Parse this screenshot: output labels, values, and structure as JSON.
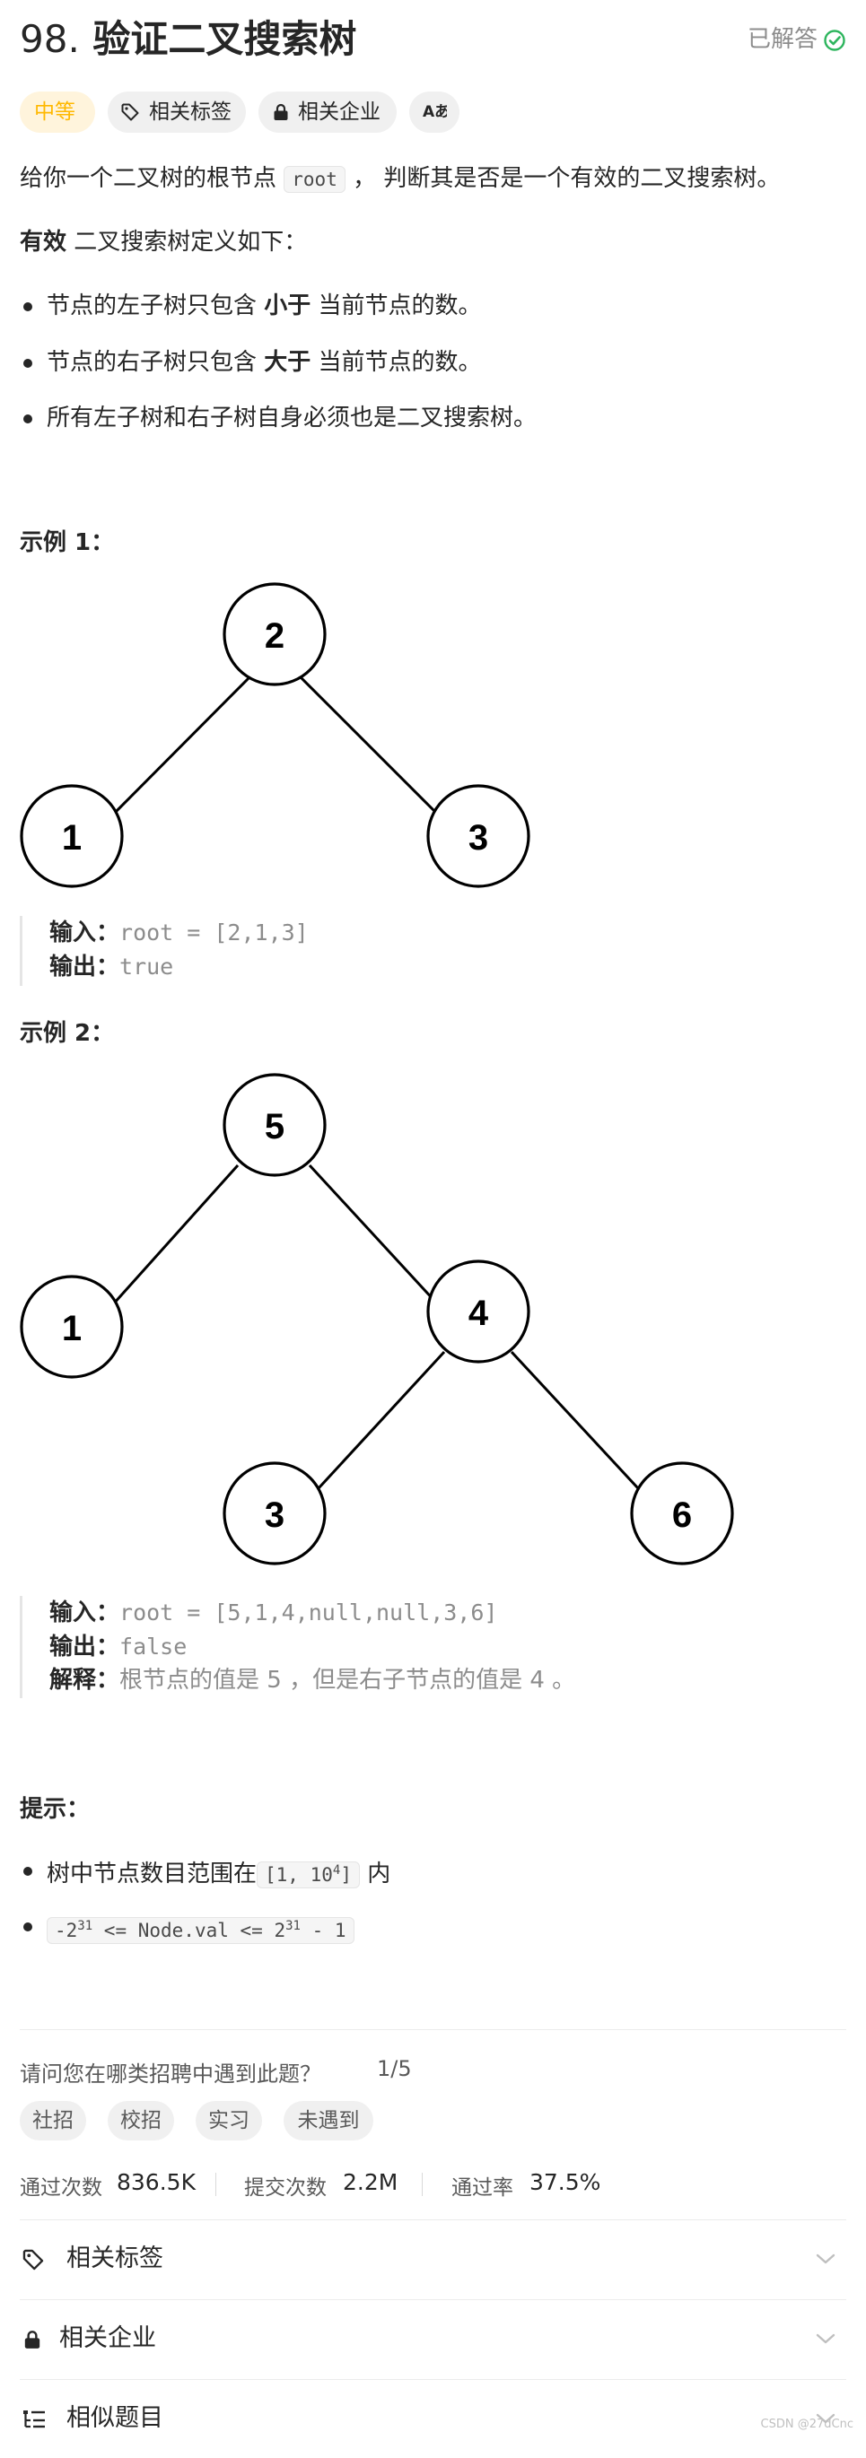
{
  "problem": {
    "number": "98.",
    "title": "验证二叉搜索树",
    "status": "已解答",
    "difficulty": "中等",
    "tags": [
      "相关标签",
      "相关企业",
      "Aあ"
    ]
  },
  "description": {
    "line1_pre": "给你一个二叉树的根节点 ",
    "line1_code": "root",
    "line1_post": " ， 判断其是否是一个有效的二叉搜索树。",
    "line2_bold": "有效",
    "line2_rest": " 二叉搜索树定义如下：",
    "bullets": [
      {
        "pre": "节点的左子树只包含 ",
        "bold": "小于",
        "post": " 当前节点的数。"
      },
      {
        "pre": "节点的右子树只包含 ",
        "bold": "大于",
        "post": " 当前节点的数。"
      },
      {
        "pre": "所有左子树和右子树自身必须也是二叉搜索树。",
        "bold": "",
        "post": ""
      }
    ]
  },
  "examples": [
    {
      "heading": "示例 1：",
      "nodes": [
        "2",
        "1",
        "3"
      ],
      "input_label": "输入：",
      "input_value": "root = [2,1,3]",
      "output_label": "输出：",
      "output_value": "true"
    },
    {
      "heading": "示例 2：",
      "nodes": [
        "5",
        "1",
        "4",
        "3",
        "6"
      ],
      "input_label": "输入：",
      "input_value": "root = [5,1,4,null,null,3,6]",
      "output_label": "输出：",
      "output_value": "false",
      "explain_label": "解释：",
      "explain_value": "根节点的值是 5 ，但是右子节点的值是 4 。"
    }
  ],
  "hints": {
    "heading": "提示：",
    "item1_pre": "树中节点数目范围在",
    "item1_code_a": "[1, 10",
    "item1_code_sup": "4",
    "item1_code_b": "]",
    "item1_post": " 内",
    "item2_a": "-2",
    "item2_sup1": "31",
    "item2_b": " <= Node.val <= 2",
    "item2_sup2": "31",
    "item2_c": " - 1"
  },
  "survey": {
    "question": "请问您在哪类招聘中遇到此题？",
    "progress": "1/5",
    "options": [
      "社招",
      "校招",
      "实习",
      "未遇到"
    ]
  },
  "stats": {
    "accepted_label": "通过次数",
    "accepted_value": "836.5K",
    "submitted_label": "提交次数",
    "submitted_value": "2.2M",
    "rate_label": "通过率",
    "rate_value": "37.5%"
  },
  "accordions": [
    "相关标签",
    "相关企业",
    "相似题目"
  ],
  "watermark": "CSDN @27dCnc",
  "colors": {
    "accent_green": "#2db55d",
    "difficulty_orange": "#ffb800"
  }
}
